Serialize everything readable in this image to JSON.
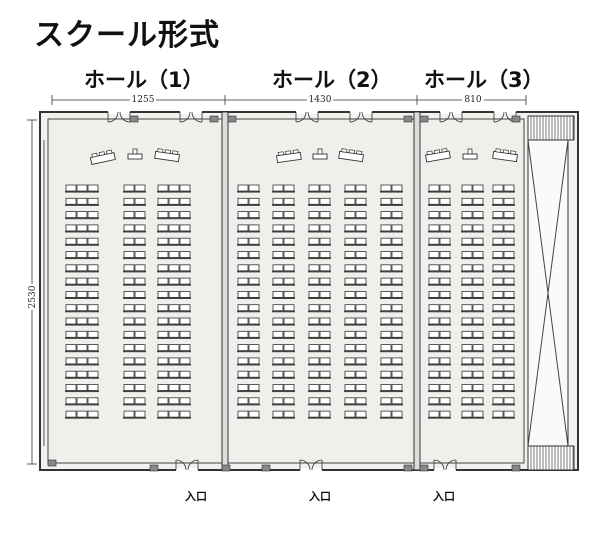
{
  "title": "スクール形式",
  "halls": [
    {
      "name": "ホール（1）",
      "width_label": "1255",
      "seat_columns": [
        3,
        2,
        3
      ],
      "rows": 18
    },
    {
      "name": "ホール（2）",
      "width_label": "1430",
      "seat_columns": [
        2,
        2,
        2,
        2,
        2
      ],
      "rows": 18
    },
    {
      "name": "ホール（3）",
      "width_label": "810",
      "seat_columns": [
        2,
        2,
        2
      ],
      "rows": 18
    }
  ],
  "depth_label": "2530",
  "entrance_label": "入口"
}
